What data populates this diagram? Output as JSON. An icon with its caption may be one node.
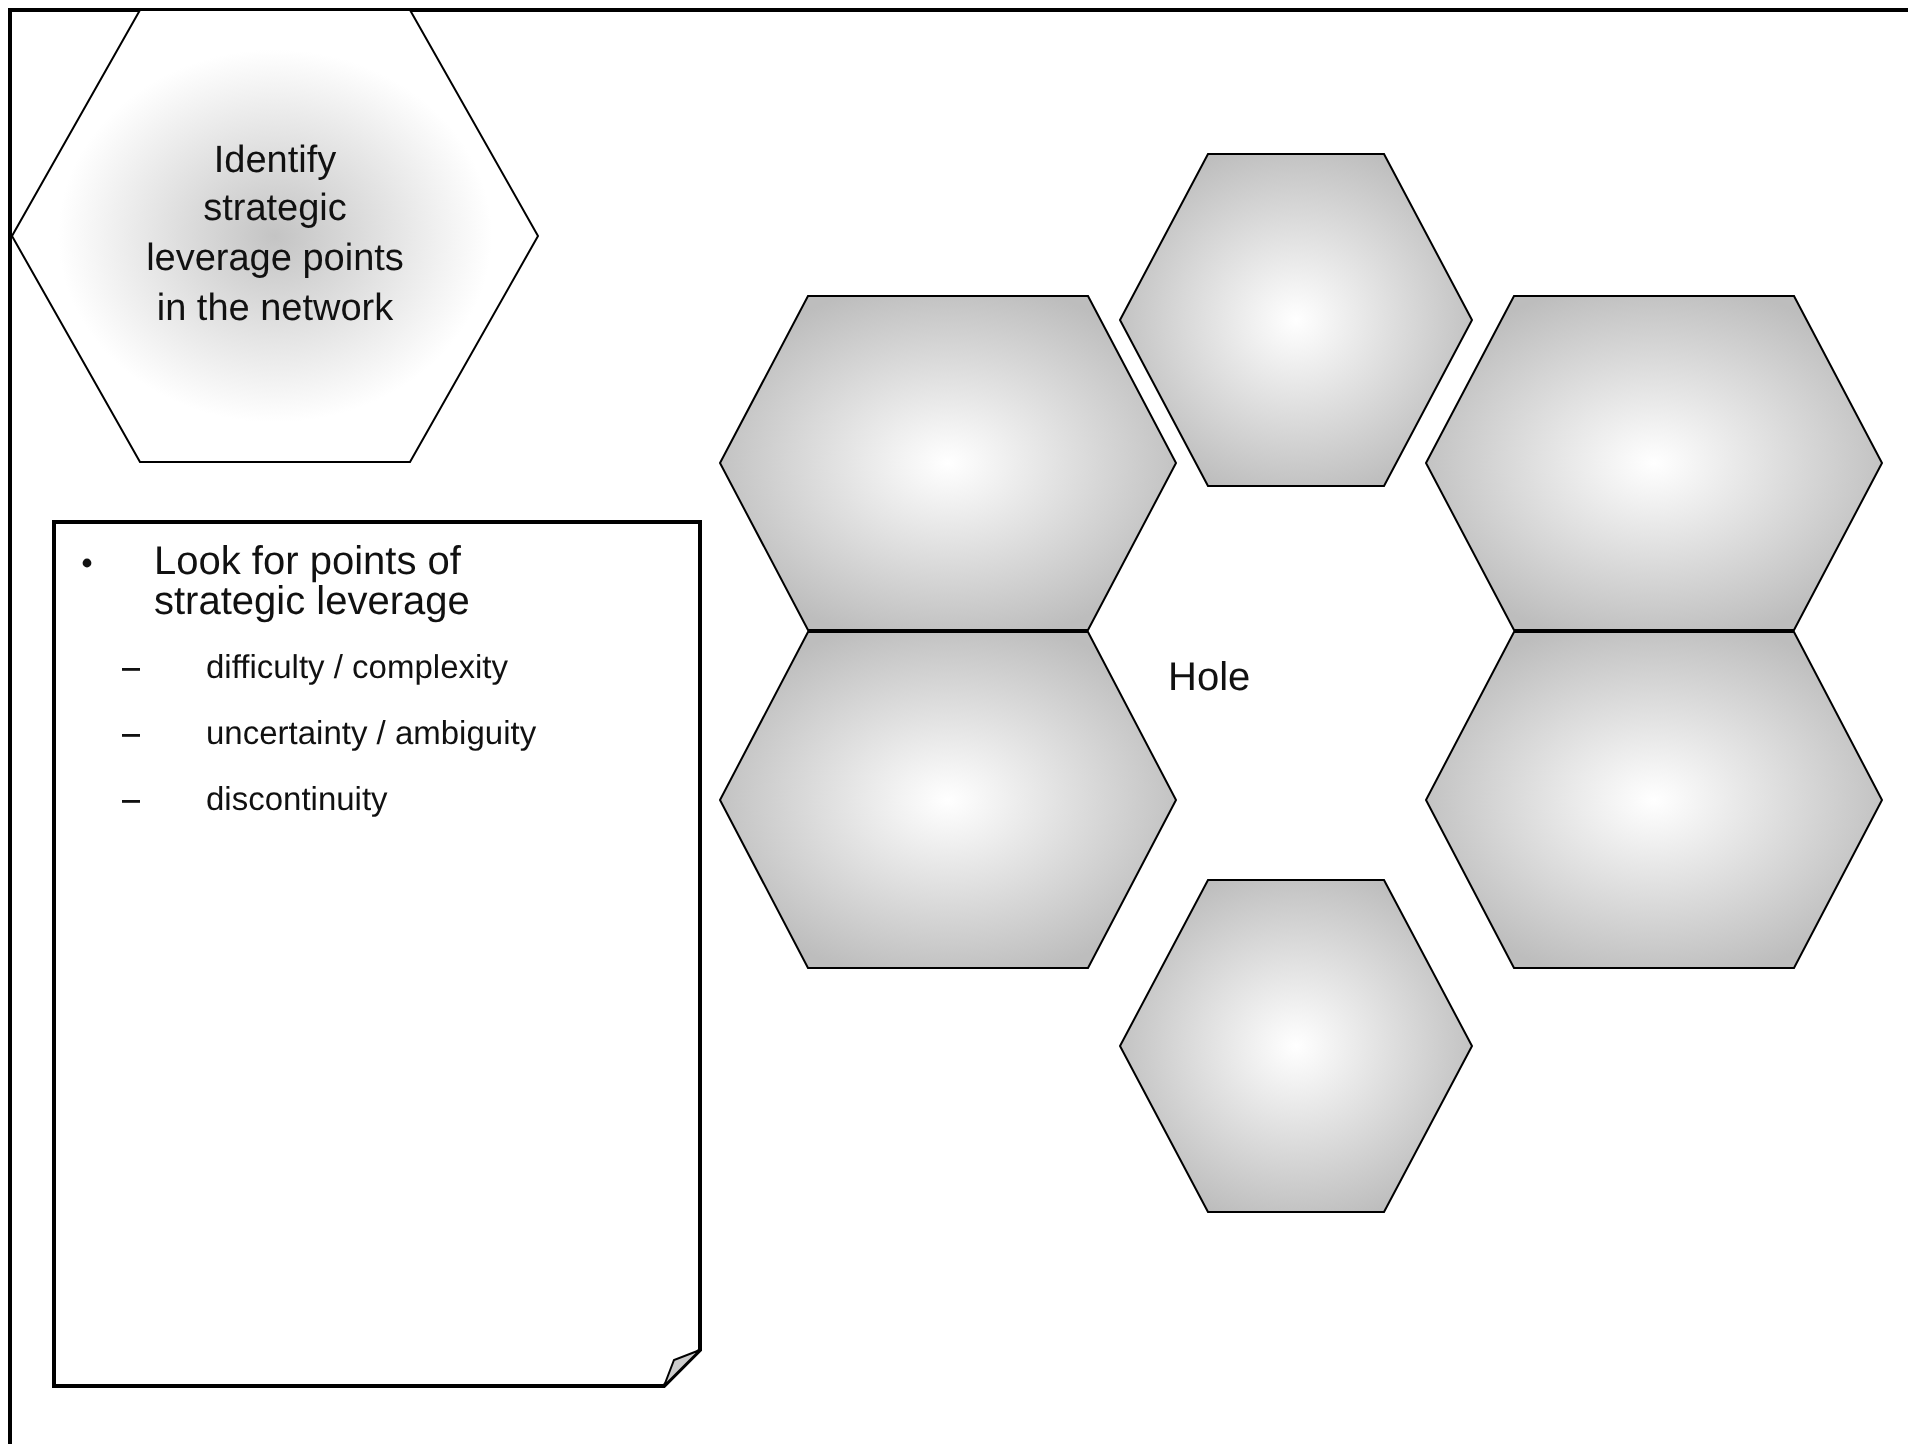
{
  "diagram": {
    "nodes": [
      {
        "text": [
          "Identify strategic leverage points in the network"
        ]
      },
      {
        "text": [
          "Look for points of strategic leverage",
          "difficulty / complexity",
          "uncertainty / ambiguity",
          "discontinuity"
        ]
      },
      {
        "text": [],
        "shape": "hexagon"
      },
      {
        "text": [],
        "shape": "hexagon"
      },
      {
        "text": [],
        "shape": "hexagon"
      },
      {
        "text": [],
        "shape": "hexagon"
      },
      {
        "text": [],
        "shape": "hexagon"
      },
      {
        "text": [],
        "shape": "hexagon"
      }
    ],
    "edges": [],
    "labels": [
      "Hole"
    ]
  }
}
